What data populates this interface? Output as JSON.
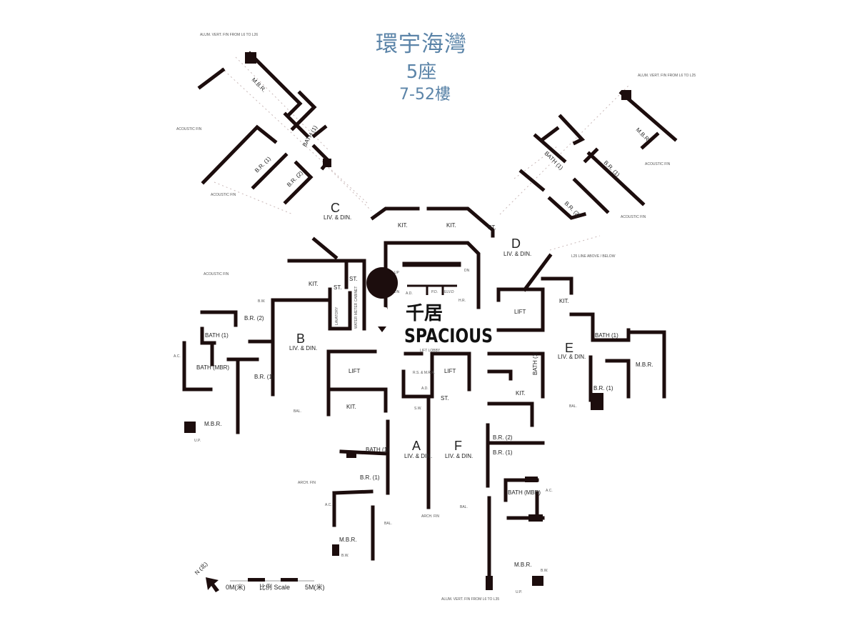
{
  "header": {
    "estate_name": "環宇海灣",
    "tower": "5座",
    "floors": "7-52樓"
  },
  "watermark": {
    "brand_cn": "千居",
    "brand_en": "SPACIOUS"
  },
  "units": {
    "A": {
      "letter": "A",
      "living": "LIV. & DIN."
    },
    "B": {
      "letter": "B",
      "living": "LIV. & DIN."
    },
    "C": {
      "letter": "C",
      "living": "LIV. & DIN."
    },
    "D": {
      "letter": "D",
      "living": "LIV. & DIN."
    },
    "E": {
      "letter": "E",
      "living": "LIV. & DIN."
    },
    "F": {
      "letter": "F",
      "living": "LIV. & DIN."
    }
  },
  "rooms": {
    "mbr": "M.B.R.",
    "br1": "B.R. (1)",
    "br2": "B.R. (2)",
    "bath1": "BATH (1)",
    "bath_mbr": "BATH (MBR)",
    "kit": "KIT.",
    "st": "ST.",
    "lift": "LIFT",
    "bal": "BAL.",
    "bw": "B.W.",
    "ac": "A.C.",
    "up": "U.P.",
    "lavatory": "LAVATORY",
    "water_meter": "WATER METER CABINET",
    "ad": "A.D.",
    "pd": "P.D.",
    "elv": "ELV.D",
    "hr": "H.R.",
    "rs_mrr": "R.S. & M.R.R.",
    "sw": "S.W.",
    "lift_lobby": "LIFT LOBBY",
    "up_stair": "UP",
    "dn": "DN"
  },
  "annotations": {
    "acoustic_fin": "ACOUSTIC FIN",
    "alum_fin_c": "ALUM. VERT. FIN FROM L6 TO L26",
    "alum_fin_d": "ALUM. VERT. FIN FROM L6 TO L25",
    "alum_fin_bottom": "ALUM. VERT. FIN FROM L6 TO L35",
    "arch_fin": "ARCH. FIN",
    "line_above": "L25 LINE ABOVE / BELOW"
  },
  "scale": {
    "north": "N (北)",
    "zero": "0M(米)",
    "label": "比例 Scale",
    "five": "5M(米)"
  }
}
